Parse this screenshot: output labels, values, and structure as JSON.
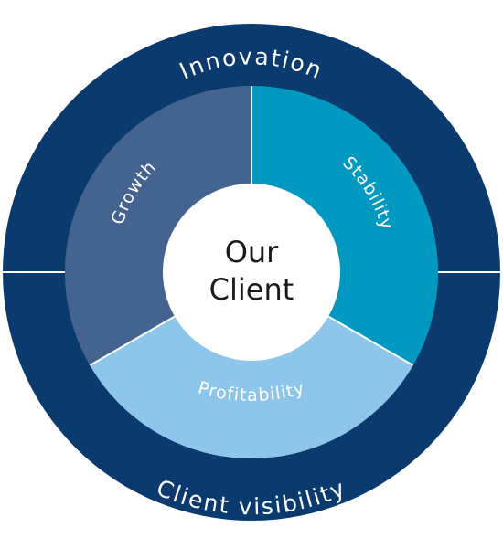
{
  "outer_ring": {
    "top_label": "Innovation",
    "bottom_label": "Client visibility",
    "color": "#0b3a6e"
  },
  "segments": {
    "growth": {
      "label": "Growth",
      "color": "#44648f"
    },
    "stability": {
      "label": "Stability",
      "color": "#0199c2"
    },
    "profitability": {
      "label": "Profitability",
      "color": "#8ec5ea"
    }
  },
  "center": {
    "line1": "Our",
    "line2": "Client",
    "color": "#ffffff"
  }
}
